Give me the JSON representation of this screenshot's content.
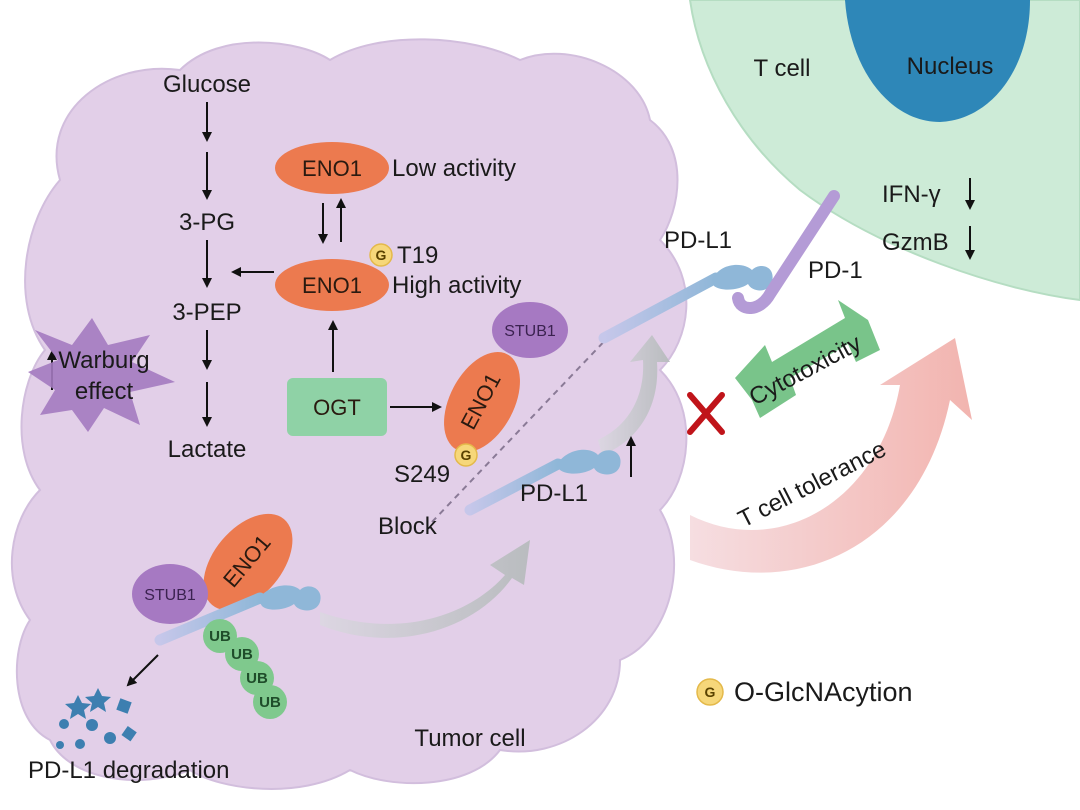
{
  "metabolism": {
    "glucose": "Glucose",
    "pg": "3-PG",
    "pep": "3-PEP",
    "lactate": "Lactate",
    "warburg_line1": "Warburg",
    "warburg_line2": "effect"
  },
  "eno1": {
    "label": "ENO1",
    "low_activity": "Low activity",
    "high_activity": "High activity",
    "t19": "T19",
    "s249": "S249"
  },
  "ogt": "OGT",
  "stub1": "STUB1",
  "g_mark": "G",
  "ub": "UB",
  "pdl1": "PD-L1",
  "pd1": "PD-1",
  "block": "Block",
  "degradation": "PD-L1 degradation",
  "tumor_cell": "Tumor cell",
  "t_cell": "T cell",
  "nucleus": "Nucleus",
  "ifn": "IFN-γ",
  "gzmb": "GzmB",
  "cytotoxicity": "Cytotoxicity",
  "t_cell_tolerance": "T cell tolerance",
  "legend": {
    "g_label": "O-GlcNAcytion"
  },
  "colors": {
    "tumor_fill": "#e2cfe8",
    "tcell_fill": "#cdebd7",
    "nucleus_fill": "#2e87b8",
    "eno1_fill": "#ec7a4f",
    "stub1_fill": "#a679c2",
    "ogt_fill": "#8fd2a6",
    "ub_fill": "#7fc98d",
    "g_fill": "#f6d77a",
    "cytotoxicity_fill": "#79c48a",
    "block_x": "#c0141a"
  }
}
